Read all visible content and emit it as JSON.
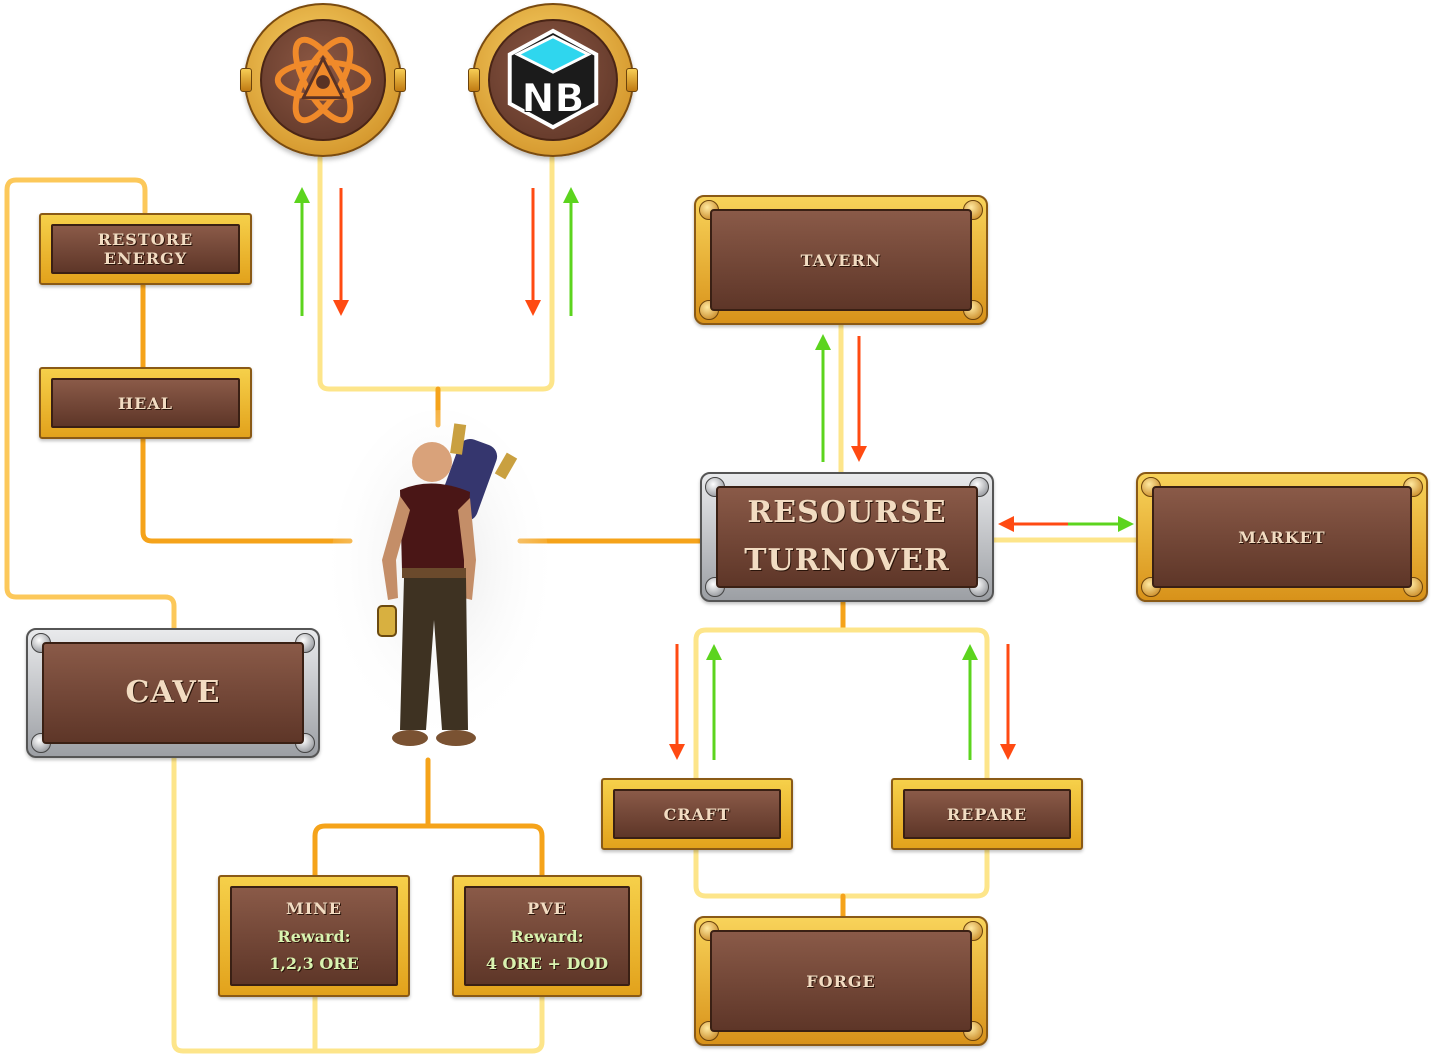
{
  "coins": [
    {
      "name": "atom-token",
      "icon": "atom-icon"
    },
    {
      "name": "nb-token",
      "icon": "nb-logo-icon",
      "label": "NB"
    }
  ],
  "actions": {
    "restore_energy": "RESTORE ENERGY",
    "heal": "HEAL",
    "cave": "CAVE",
    "tavern": "TAVERN",
    "resource_turnover_line1": "RESOURSE",
    "resource_turnover_line2": "TURNOVER",
    "market": "MARKET",
    "craft": "CRAFT",
    "repare": "REPARE",
    "forge": "FORGE"
  },
  "mine": {
    "title": "MINE",
    "reward_label": "Reward:",
    "reward": "1,2,3 ORE"
  },
  "pve": {
    "title": "PVE",
    "reward_label": "Reward:",
    "reward": "4 ORE + DOD"
  },
  "colors": {
    "line_orange": "#f5a31a",
    "line_yellow": "#fde58a",
    "arrow_green": "#5cd41e",
    "arrow_red": "#ff4a12",
    "plate_brown": "#6e4230",
    "gold": "#f2b82c"
  }
}
